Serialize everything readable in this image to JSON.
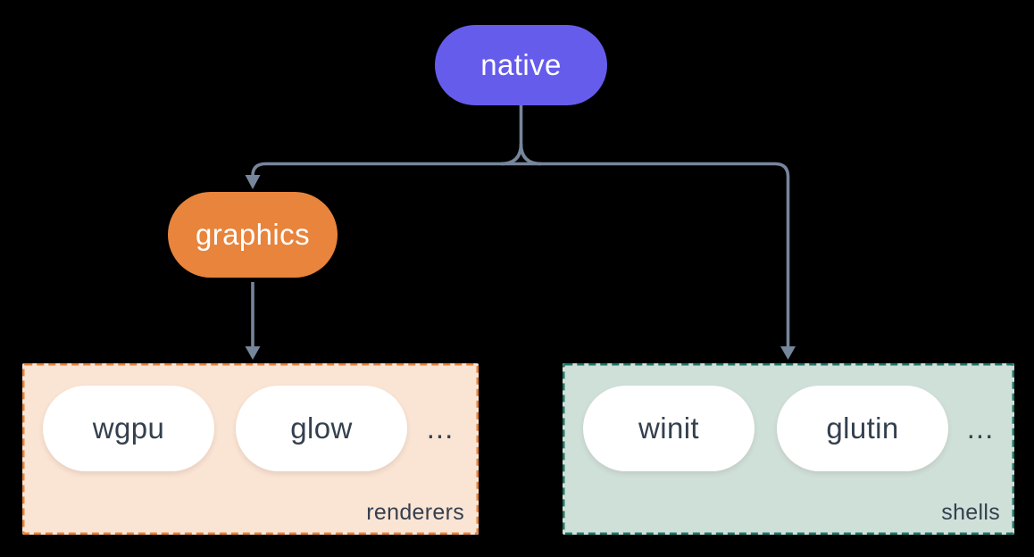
{
  "diagram": {
    "root": {
      "label": "native"
    },
    "mid": {
      "label": "graphics"
    },
    "groups": [
      {
        "label": "renderers",
        "items": [
          {
            "label": "wgpu"
          },
          {
            "label": "glow"
          }
        ],
        "ellipsis": "..."
      },
      {
        "label": "shells",
        "items": [
          {
            "label": "winit"
          },
          {
            "label": "glutin"
          }
        ],
        "ellipsis": "..."
      }
    ],
    "colors": {
      "background": "#000000",
      "native_fill": "#665CEC",
      "graphics_fill": "#E8843C",
      "renderers_fill": "#FAE4D4",
      "renderers_border": "#E8843C",
      "shells_fill": "#CFE0D9",
      "shells_border": "#20796B",
      "connector": "#76869B",
      "pill_fill": "#FFFFFF",
      "dark_text": "#34404E",
      "node_text": "#FFFFFF"
    }
  }
}
